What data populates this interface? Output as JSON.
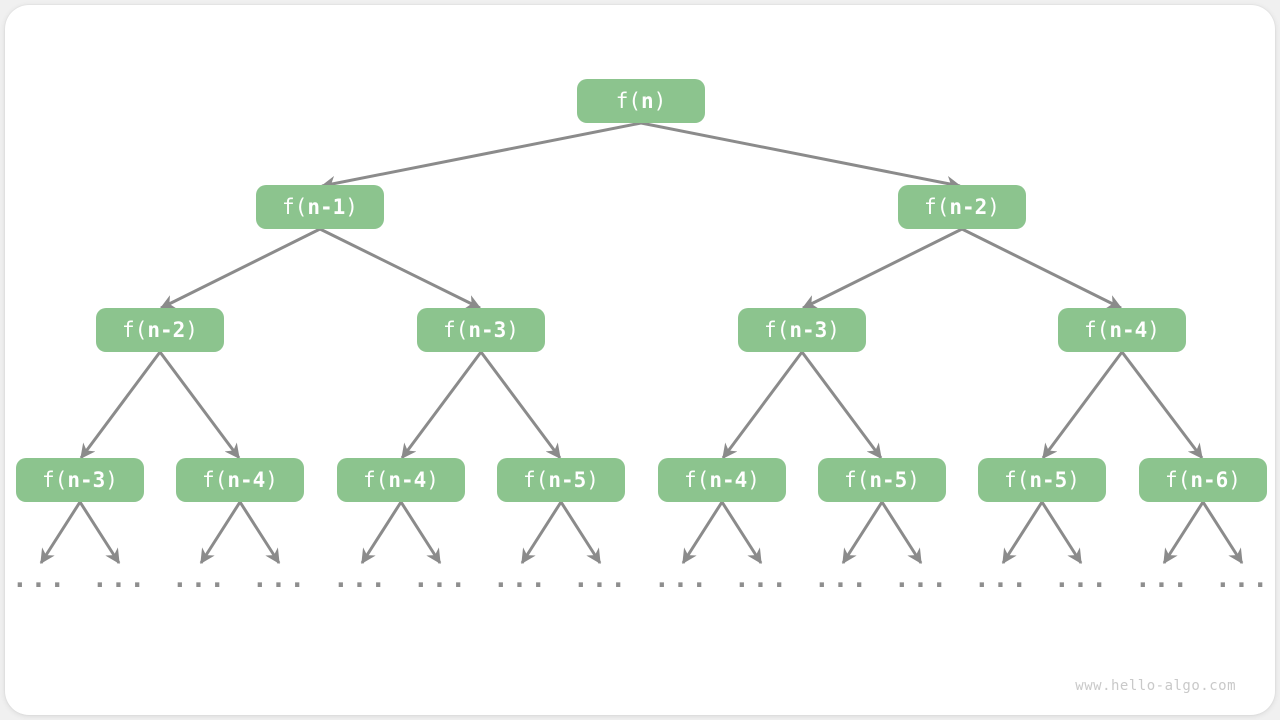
{
  "watermark": "www.hello-algo.com",
  "ellipsis": "...",
  "colors": {
    "node_fill": "#8CC48E",
    "node_text": "#FFFFFF",
    "edge": "#8B8B8B",
    "ellipsis": "#8E8E8E",
    "watermark": "#C9C9C9",
    "canvas": "#FFFFFF",
    "backdrop": "#F0F0F0"
  },
  "nodes": {
    "l1": [
      {
        "prefix": "f(",
        "arg": "n",
        "suffix": ")"
      }
    ],
    "l2": [
      {
        "prefix": "f(",
        "arg": "n-1",
        "suffix": ")"
      },
      {
        "prefix": "f(",
        "arg": "n-2",
        "suffix": ")"
      }
    ],
    "l3": [
      {
        "prefix": "f(",
        "arg": "n-2",
        "suffix": ")"
      },
      {
        "prefix": "f(",
        "arg": "n-3",
        "suffix": ")"
      },
      {
        "prefix": "f(",
        "arg": "n-3",
        "suffix": ")"
      },
      {
        "prefix": "f(",
        "arg": "n-4",
        "suffix": ")"
      }
    ],
    "l4": [
      {
        "prefix": "f(",
        "arg": "n-3",
        "suffix": ")"
      },
      {
        "prefix": "f(",
        "arg": "n-4",
        "suffix": ")"
      },
      {
        "prefix": "f(",
        "arg": "n-4",
        "suffix": ")"
      },
      {
        "prefix": "f(",
        "arg": "n-5",
        "suffix": ")"
      },
      {
        "prefix": "f(",
        "arg": "n-4",
        "suffix": ")"
      },
      {
        "prefix": "f(",
        "arg": "n-5",
        "suffix": ")"
      },
      {
        "prefix": "f(",
        "arg": "n-5",
        "suffix": ")"
      },
      {
        "prefix": "f(",
        "arg": "n-6",
        "suffix": ")"
      }
    ]
  }
}
